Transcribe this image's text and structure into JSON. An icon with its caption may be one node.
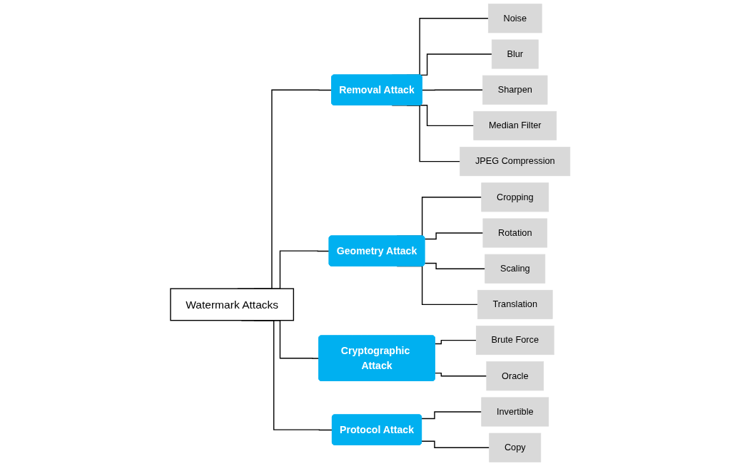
{
  "diagram": {
    "nodes": [
      {
        "text": [
          "Watermark Attacks"
        ]
      },
      {
        "text": [
          "Removal Attack"
        ]
      },
      {
        "text": [
          "Geometry Attack"
        ]
      },
      {
        "text": [
          "Cryptographic Attack"
        ]
      },
      {
        "text": [
          "Protocol Attack"
        ]
      },
      {
        "text": [
          "Noise"
        ]
      },
      {
        "text": [
          "Blur"
        ]
      },
      {
        "text": [
          "Sharpen"
        ]
      },
      {
        "text": [
          "Median Filter"
        ]
      },
      {
        "text": [
          "JPEG Compression"
        ]
      },
      {
        "text": [
          "Cropping"
        ]
      },
      {
        "text": [
          "Rotation"
        ]
      },
      {
        "text": [
          "Scaling"
        ]
      },
      {
        "text": [
          "Translation"
        ]
      },
      {
        "text": [
          "Brute Force"
        ]
      },
      {
        "text": [
          "Oracle"
        ]
      },
      {
        "text": [
          "Invertible"
        ]
      },
      {
        "text": [
          "Copy"
        ]
      }
    ],
    "edges": [
      {
        "from": 0,
        "to": 1,
        "arrow": "none"
      },
      {
        "from": 0,
        "to": 2,
        "arrow": "none"
      },
      {
        "from": 0,
        "to": 3,
        "arrow": "none"
      },
      {
        "from": 0,
        "to": 4,
        "arrow": "none"
      },
      {
        "from": 1,
        "to": 5,
        "arrow": "none"
      },
      {
        "from": 1,
        "to": 6,
        "arrow": "none"
      },
      {
        "from": 1,
        "to": 7,
        "arrow": "none"
      },
      {
        "from": 1,
        "to": 8,
        "arrow": "none"
      },
      {
        "from": 1,
        "to": 9,
        "arrow": "none"
      },
      {
        "from": 2,
        "to": 10,
        "arrow": "none"
      },
      {
        "from": 2,
        "to": 11,
        "arrow": "none"
      },
      {
        "from": 2,
        "to": 12,
        "arrow": "none"
      },
      {
        "from": 2,
        "to": 13,
        "arrow": "none"
      },
      {
        "from": 3,
        "to": 14,
        "arrow": "none"
      },
      {
        "from": 3,
        "to": 15,
        "arrow": "none"
      },
      {
        "from": 4,
        "to": 16,
        "arrow": "none"
      },
      {
        "from": 4,
        "to": 17,
        "arrow": "none"
      }
    ]
  }
}
